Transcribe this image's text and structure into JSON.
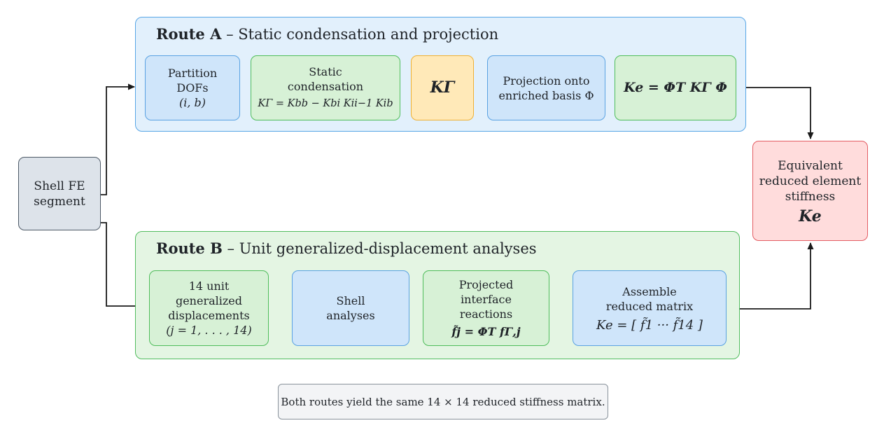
{
  "source": {
    "label": "Shell FE segment"
  },
  "route_a": {
    "title_bold": "Route A",
    "title_rest": " – Static condensation and projection",
    "steps": {
      "partition": {
        "line1": "Partition",
        "line2": "DOFs",
        "line3": "(i, b)"
      },
      "condensation": {
        "line1": "Static",
        "line2": "condensation",
        "formula": "KΓ = Kbb − Kbi Kii−1 Kib"
      },
      "k_gamma": {
        "formula": "KΓ"
      },
      "projection": {
        "line1": "Projection onto",
        "line2": "enriched basis Φ"
      },
      "result": {
        "formula": "Ke = ΦT KΓ Φ"
      }
    }
  },
  "route_b": {
    "title_bold": "Route B",
    "title_rest": " – Unit generalized-displacement analyses",
    "steps": {
      "unit_disp": {
        "line1": "14 unit",
        "line2": "generalized",
        "line3": "displacements",
        "line4": "(j = 1, . . . , 14)"
      },
      "shell": {
        "line1": "Shell",
        "line2": "analyses"
      },
      "projected": {
        "line1": "Projected",
        "line2": "interface",
        "line3": "reactions",
        "formula": "f̃j = ΦT fΓ,j"
      },
      "assemble": {
        "line1": "Assemble",
        "line2": "reduced matrix",
        "formula": "Ke = [ f̃1   ···   f̃14 ]"
      }
    }
  },
  "output": {
    "line1": "Equivalent",
    "line2": "reduced element",
    "line3": "stiffness",
    "formula": "Ke"
  },
  "note": {
    "text": "Both routes yield the same 14 × 14 reduced stiffness matrix."
  },
  "colors": {
    "blue_fill": "#cfe5fa",
    "green_fill": "#d7f1d6",
    "amber_fill": "#ffe9b8",
    "red_fill": "#ffdcdc",
    "gray_fill": "#dde3ea",
    "arrow": "#1a1a1a"
  }
}
